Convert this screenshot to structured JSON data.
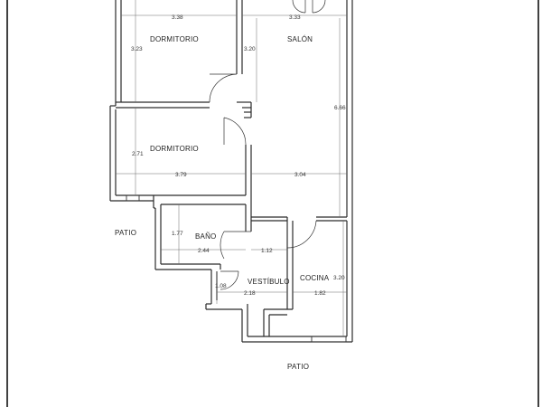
{
  "rooms": {
    "dormitorio_1": "DORMITORIO",
    "salon": "SALÓN",
    "dormitorio_2": "DORMITORIO",
    "bano": "BAÑO",
    "vestibulo": "VESTÍBULO",
    "cocina": "COCINA"
  },
  "outside": {
    "patio_left": "PATIO",
    "patio_bottom": "PATIO"
  },
  "dimensions": {
    "dormitorio_1_width": "3.38",
    "dormitorio_1_height": "3.23",
    "salon_width": "3.33",
    "salon_height": "3.20",
    "salon_length": "6.66",
    "dormitorio_2_height": "2.71",
    "dormitorio_2_width": "3.79",
    "salon_lower_width": "3.04",
    "bano_height": "1.77",
    "bano_width": "2.44",
    "bano_door": "1.12",
    "cocina_height": "3.20",
    "cocina_width": "1.82",
    "vestibulo_width": "2.18",
    "vestibulo_small": "1.08"
  },
  "colors": {
    "wall": "#2b2b2b",
    "dimension_line": "#6a6a6a",
    "background": "#ffffff"
  }
}
